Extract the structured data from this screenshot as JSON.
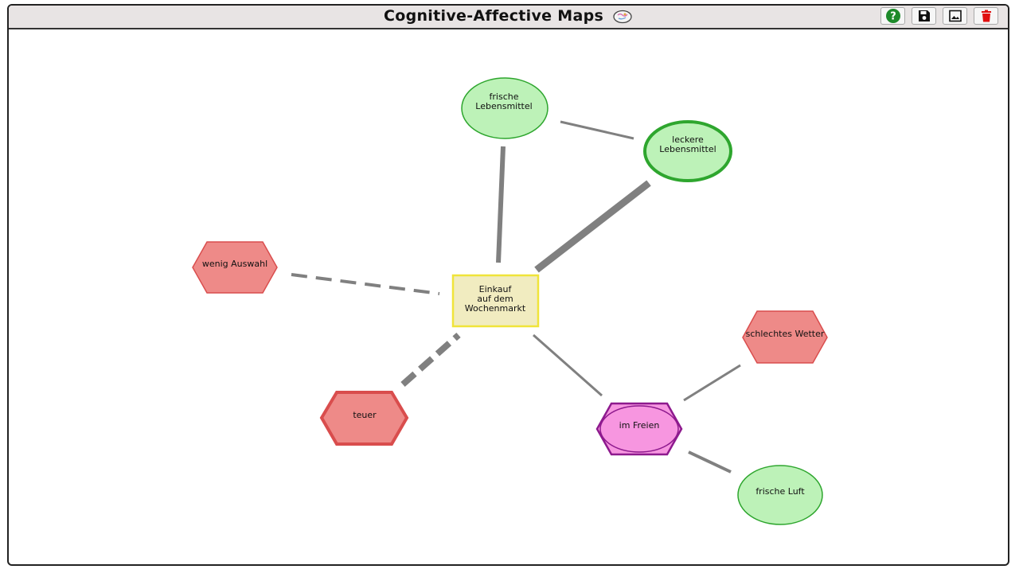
{
  "header": {
    "title": "Cognitive-Affective Maps",
    "buttons": [
      {
        "name": "help-button",
        "icon": "help-icon"
      },
      {
        "name": "save-button",
        "icon": "save-icon"
      },
      {
        "name": "image-export-button",
        "icon": "image-icon"
      },
      {
        "name": "delete-button",
        "icon": "trash-icon"
      }
    ]
  },
  "colors": {
    "positive_fill": "#bdf2b8",
    "positive_stroke": "#2ea62e",
    "negative_fill": "#ee8a88",
    "negative_stroke": "#d94d4d",
    "neutral_fill": "#f1ecc0",
    "neutral_stroke": "#f0e43a",
    "ambivalent_fill": "#f796e0",
    "ambivalent_stroke": "#8e1a8e",
    "edge": "#808080"
  },
  "nodes": {
    "frische_lebensmittel": "frische\nLebensmittel",
    "leckere_lebensmittel": "leckere\nLebensmittel",
    "wenig_auswahl": "wenig Auswahl",
    "einkauf": "Einkauf\nauf dem\nWochenmarkt",
    "schlechtes_wetter": "schlechtes Wetter",
    "teuer": "teuer",
    "im_freien": "im Freien",
    "frische_luft": "frische Luft"
  }
}
